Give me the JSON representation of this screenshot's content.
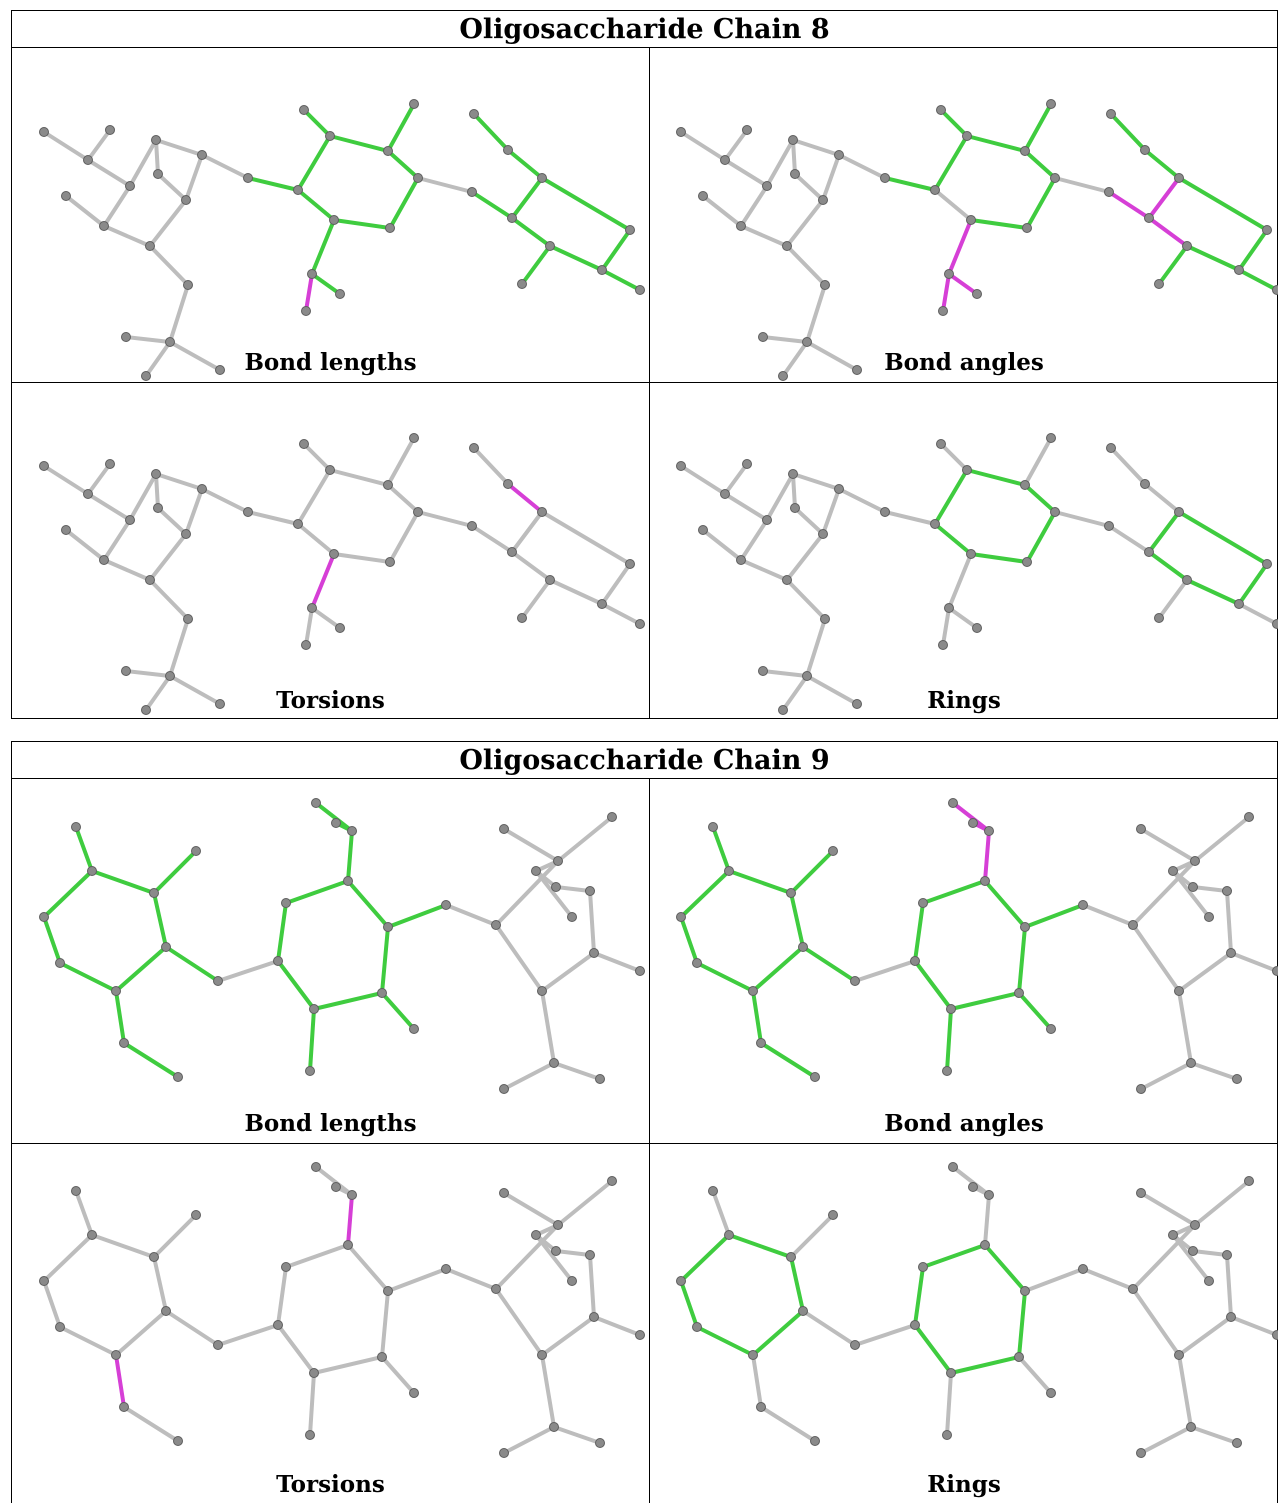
{
  "colors": {
    "ok": "#3fcc3f",
    "outlier": "#d63fd6",
    "neutral": "#bdbdbd",
    "atom": "#8a8a8a"
  },
  "panels": [
    {
      "title": "Oligosaccharide Chain 8",
      "captions": [
        "Bond lengths",
        "Bond angles",
        "Torsions",
        "Rings"
      ]
    },
    {
      "title": "Oligosaccharide Chain 9",
      "captions": [
        "Bond lengths",
        "Bond angles",
        "Torsions",
        "Rings"
      ]
    }
  ]
}
